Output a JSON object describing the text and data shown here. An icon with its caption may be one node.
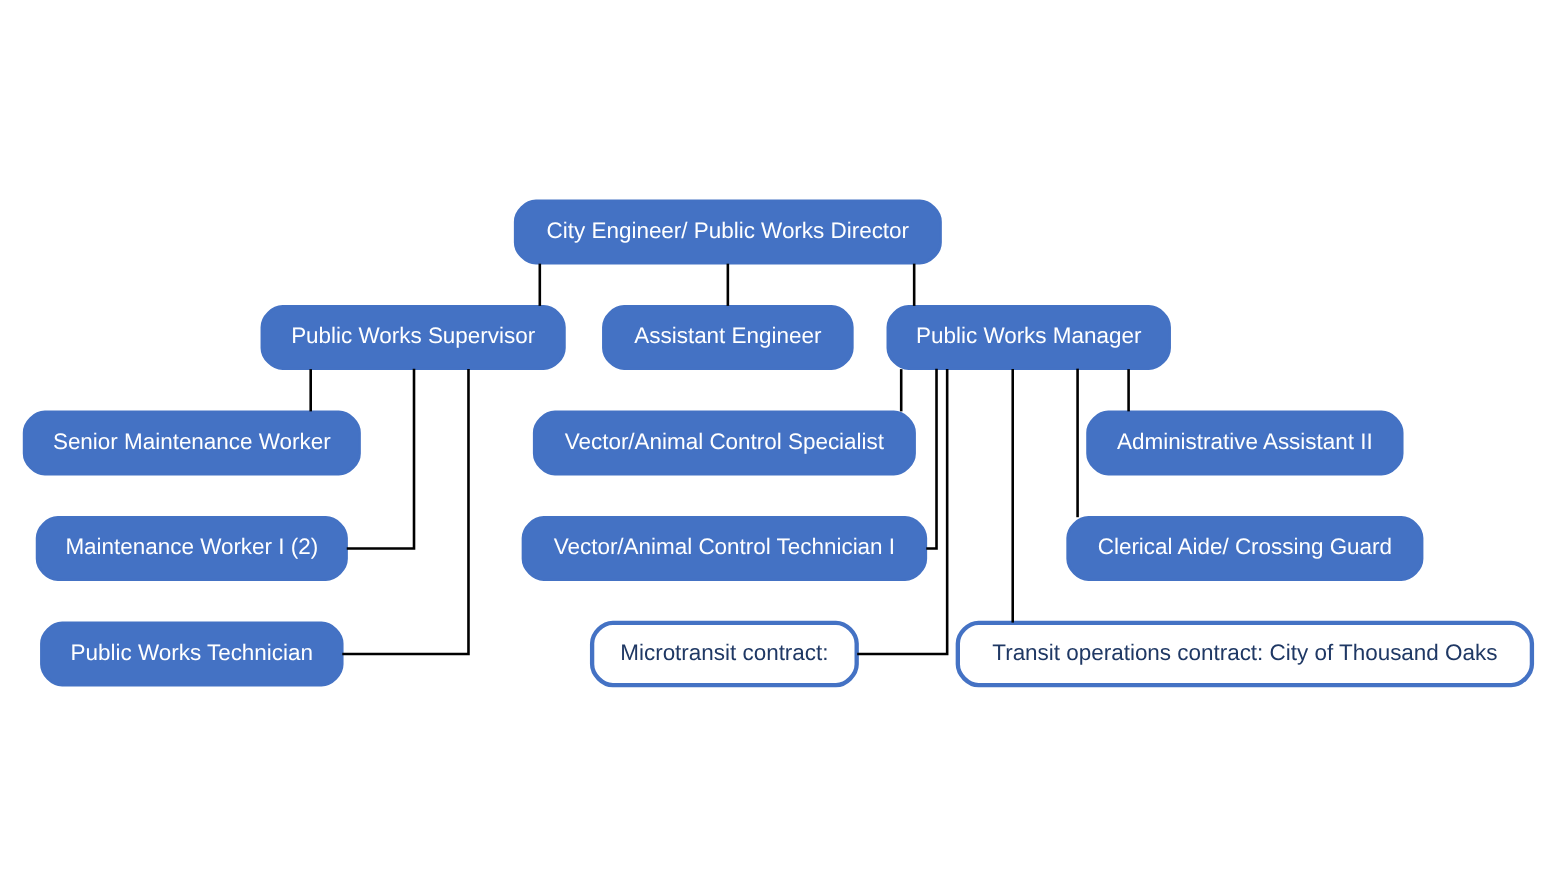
{
  "diagram": {
    "nodes": [
      {
        "text": [
          "City Engineer/ Public Works Director"
        ]
      },
      {
        "text": [
          "Public Works Supervisor"
        ]
      },
      {
        "text": [
          "Assistant Engineer"
        ]
      },
      {
        "text": [
          "Public Works Manager"
        ]
      },
      {
        "text": [
          "Senior Maintenance Worker"
        ]
      },
      {
        "text": [
          "Maintenance Worker I (2)"
        ]
      },
      {
        "text": [
          "Public Works Technician"
        ]
      },
      {
        "text": [
          "Vector/Animal Control Specialist"
        ]
      },
      {
        "text": [
          "Vector/Animal Control Technician I"
        ]
      },
      {
        "text": [
          "Microtransit contract:"
        ]
      },
      {
        "text": [
          "Administrative Assistant II"
        ]
      },
      {
        "text": [
          "Clerical Aide/ Crossing Guard"
        ]
      },
      {
        "text": [
          "Transit operations contract: City of Thousand Oaks"
        ]
      }
    ],
    "edges": [
      {
        "from": 0,
        "to": 1,
        "arrow": "none"
      },
      {
        "from": 0,
        "to": 2,
        "arrow": "none"
      },
      {
        "from": 0,
        "to": 3,
        "arrow": "none"
      },
      {
        "from": 1,
        "to": 4,
        "arrow": "none"
      },
      {
        "from": 1,
        "to": 5,
        "arrow": "none"
      },
      {
        "from": 1,
        "to": 6,
        "arrow": "none"
      },
      {
        "from": 3,
        "to": 7,
        "arrow": "none"
      },
      {
        "from": 3,
        "to": 8,
        "arrow": "none"
      },
      {
        "from": 3,
        "to": 9,
        "arrow": "none"
      },
      {
        "from": 3,
        "to": 10,
        "arrow": "none"
      },
      {
        "from": 3,
        "to": 11,
        "arrow": "none"
      },
      {
        "from": 3,
        "to": 12,
        "arrow": "none"
      }
    ]
  }
}
